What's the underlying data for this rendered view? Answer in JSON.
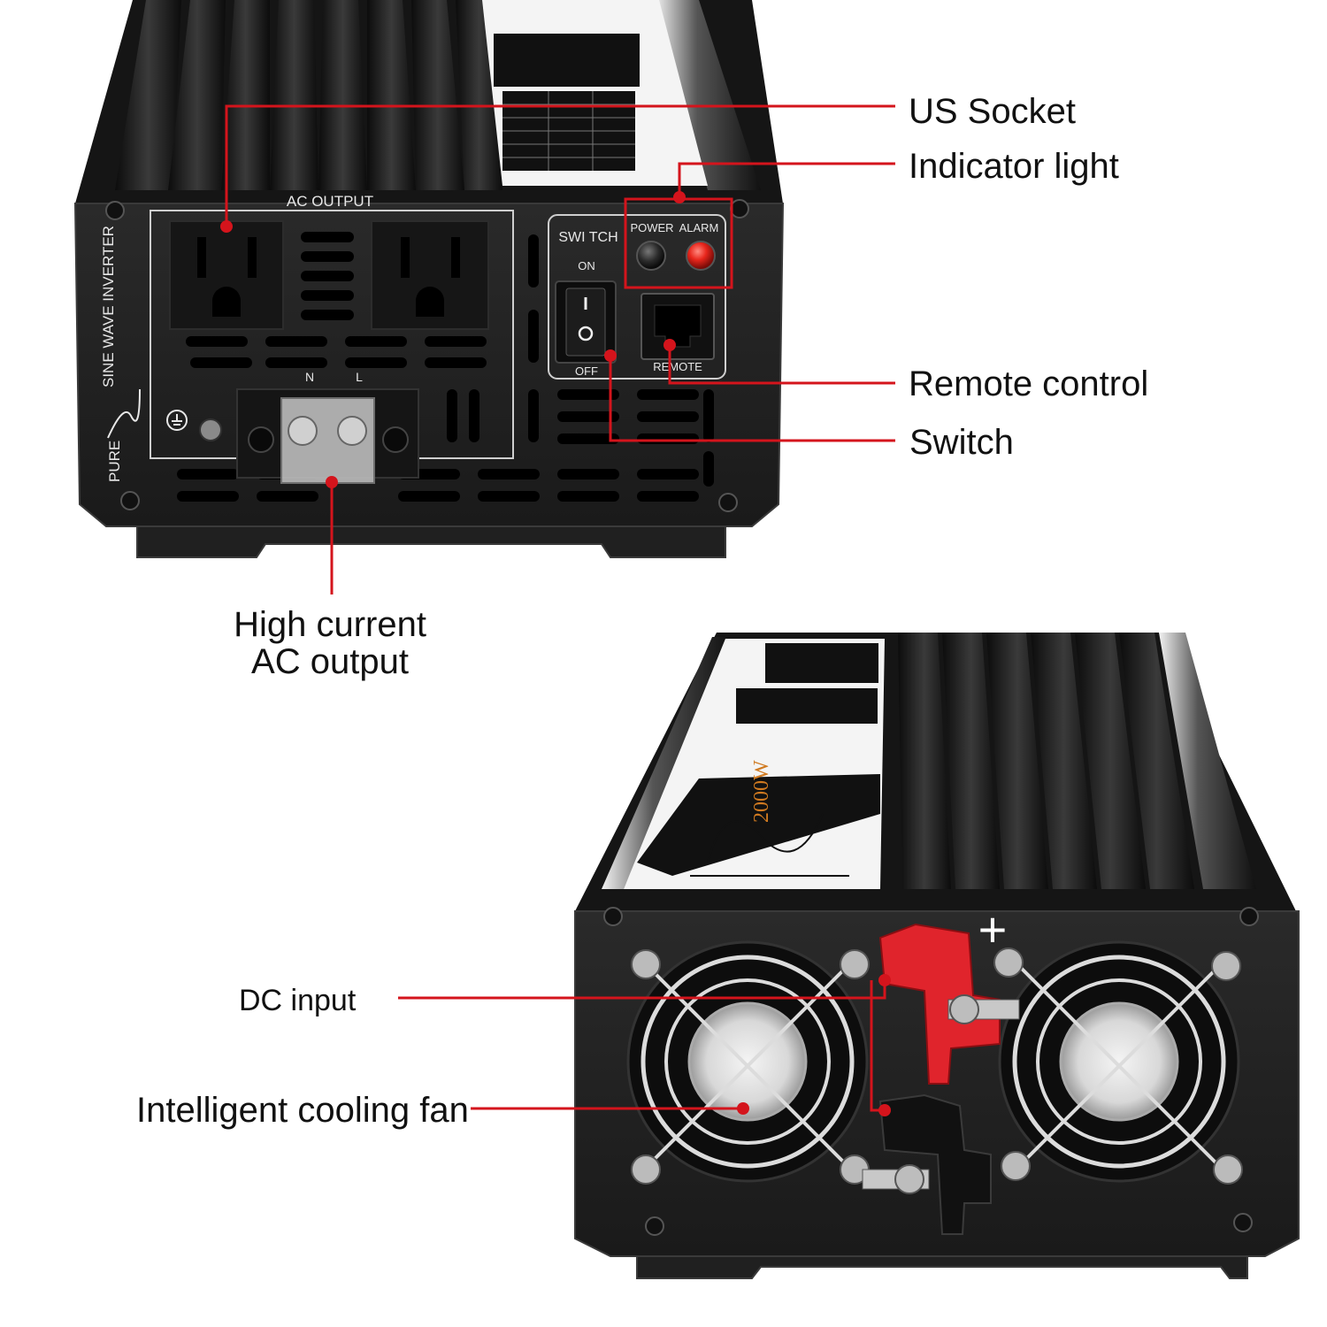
{
  "callouts": {
    "us_socket": "US Socket",
    "indicator_light": "Indicator light",
    "remote_control": "Remote control",
    "switch": "Switch",
    "high_current_line1": "High current",
    "high_current_line2": "AC output",
    "dc_input": "DC input",
    "cooling_fan": "Intelligent cooling fan"
  },
  "panel_labels": {
    "ac_output": "AC  OUTPUT",
    "switch": "SWI TCH",
    "on": "ON",
    "off": "OFF",
    "power": "POWER",
    "alarm": "ALARM",
    "remote": "REMOTE",
    "neutral": "N",
    "live": "L",
    "side_text_1": "SINE WAVE INVERTER",
    "side_text_2": "PURE",
    "plus_sign": "+"
  },
  "colors": {
    "leader_line": "#d4141c",
    "casing": "#1c1c1c",
    "panel": "#242424",
    "terminal_red": "#e0242c",
    "alarm_led": "#e8261c"
  }
}
